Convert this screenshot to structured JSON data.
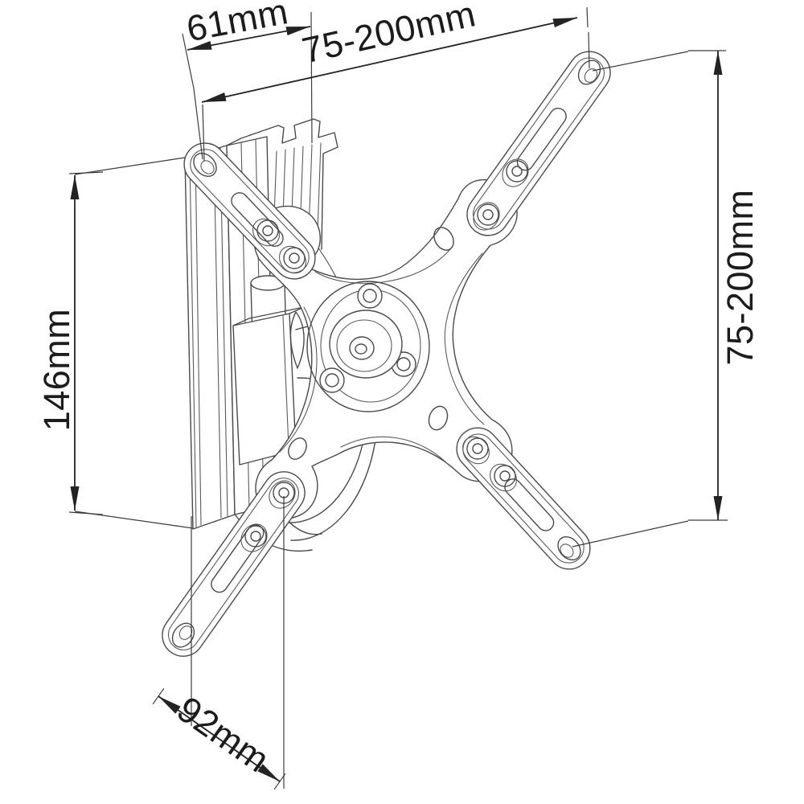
{
  "dimensions": {
    "top_small": {
      "label": "61mm"
    },
    "top_range": {
      "label": "75-200mm"
    },
    "left_height": {
      "label": "146mm"
    },
    "right_range": {
      "label": "75-200mm"
    },
    "bottom_offset": {
      "label": "92mm"
    }
  },
  "colors": {
    "background": "#ffffff",
    "part_line": "#4a4a4a",
    "dimension_line": "#232323",
    "label_text": "#1c1c1c"
  }
}
